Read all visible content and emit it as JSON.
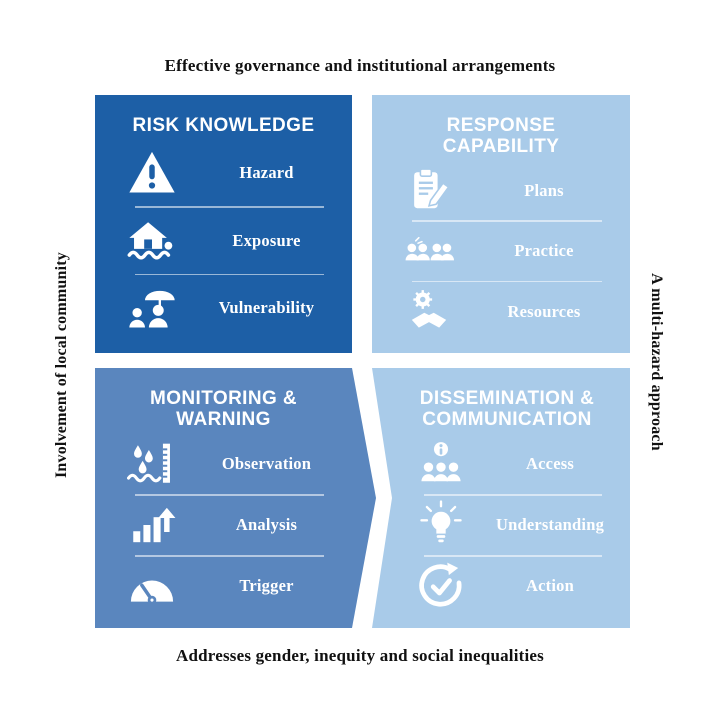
{
  "page": {
    "top_label": "Effective governance and institutional arrangements",
    "bottom_label": "Addresses gender, inequity and social inequalities",
    "left_label": "Involvement of local community",
    "right_label": "A multi-hazard approach"
  },
  "colors": {
    "dark_blue": "#1d5fa6",
    "medium_blue": "#5a86be",
    "light_blue": "#a9cbe9",
    "text_on_blue": "#ffffff",
    "outer_text": "#111111"
  },
  "quadrants": [
    {
      "id": "risk-knowledge",
      "title": "RISK KNOWLEDGE",
      "items": [
        {
          "label": "Hazard",
          "icon": "warning-triangle-icon"
        },
        {
          "label": "Exposure",
          "icon": "flooded-house-icon"
        },
        {
          "label": "Vulnerability",
          "icon": "people-umbrella-icon"
        }
      ]
    },
    {
      "id": "response-capability",
      "title": "RESPONSE CAPABILITY",
      "items": [
        {
          "label": "Plans",
          "icon": "clipboard-pen-icon"
        },
        {
          "label": "Practice",
          "icon": "people-group-icon"
        },
        {
          "label": "Resources",
          "icon": "gear-handshake-icon"
        }
      ]
    },
    {
      "id": "monitoring-warning",
      "title": "MONITORING & WARNING",
      "items": [
        {
          "label": "Observation",
          "icon": "water-level-icon"
        },
        {
          "label": "Analysis",
          "icon": "bar-chart-arrow-icon"
        },
        {
          "label": "Trigger",
          "icon": "gauge-icon"
        }
      ]
    },
    {
      "id": "dissemination-communication",
      "title": "DISSEMINATION & COMMUNICATION",
      "items": [
        {
          "label": "Access",
          "icon": "info-people-icon"
        },
        {
          "label": "Understanding",
          "icon": "lightbulb-icon"
        },
        {
          "label": "Action",
          "icon": "circular-arrow-check-icon"
        }
      ]
    }
  ]
}
